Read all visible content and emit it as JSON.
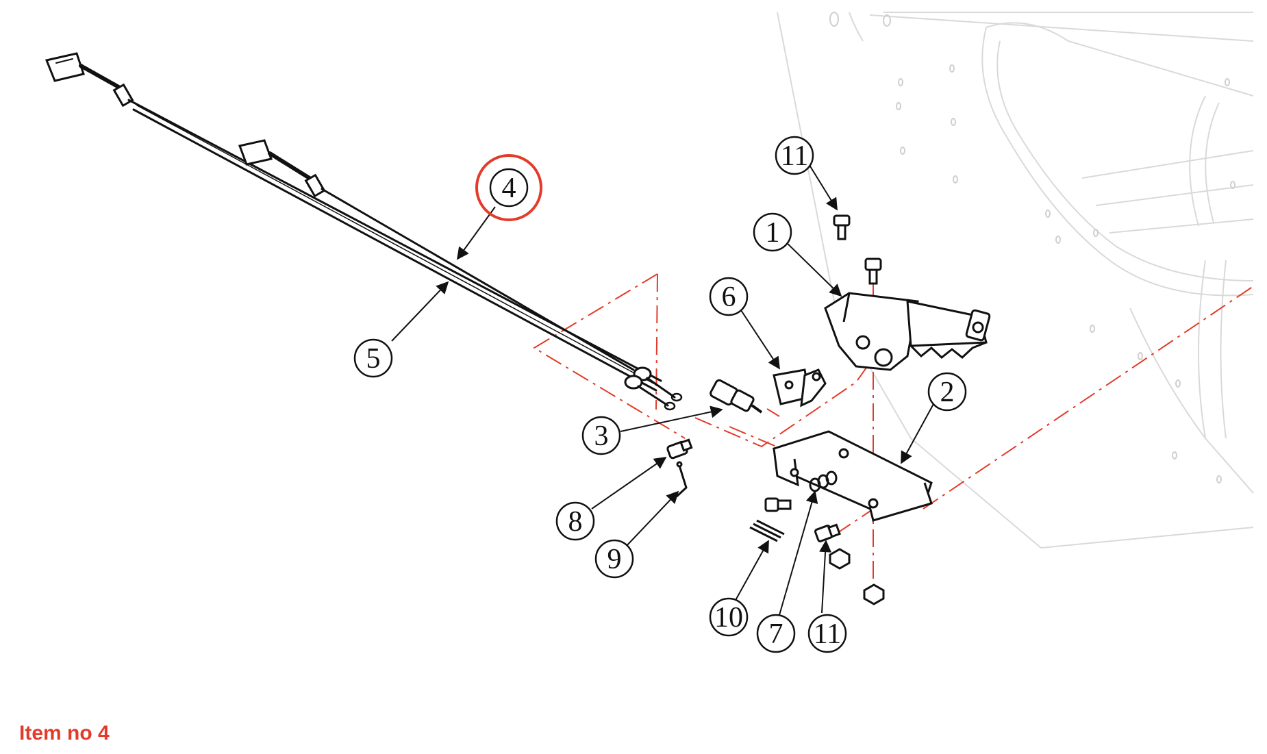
{
  "diagram": {
    "callouts": [
      {
        "id": "c11a",
        "label": "11"
      },
      {
        "id": "c1",
        "label": "1"
      },
      {
        "id": "c4",
        "label": "4",
        "highlighted": true
      },
      {
        "id": "c6",
        "label": "6"
      },
      {
        "id": "c5",
        "label": "5"
      },
      {
        "id": "c2",
        "label": "2"
      },
      {
        "id": "c3",
        "label": "3"
      },
      {
        "id": "c8",
        "label": "8"
      },
      {
        "id": "c9",
        "label": "9"
      },
      {
        "id": "c10",
        "label": "10"
      },
      {
        "id": "c7",
        "label": "7"
      },
      {
        "id": "c11b",
        "label": "11"
      }
    ],
    "highlight_color": "#e23b2a",
    "centerline_color": "#e23b2a",
    "frame_color": "#d9d9d9"
  },
  "caption": {
    "text": "Item no 4",
    "color": "#e23b2a"
  }
}
